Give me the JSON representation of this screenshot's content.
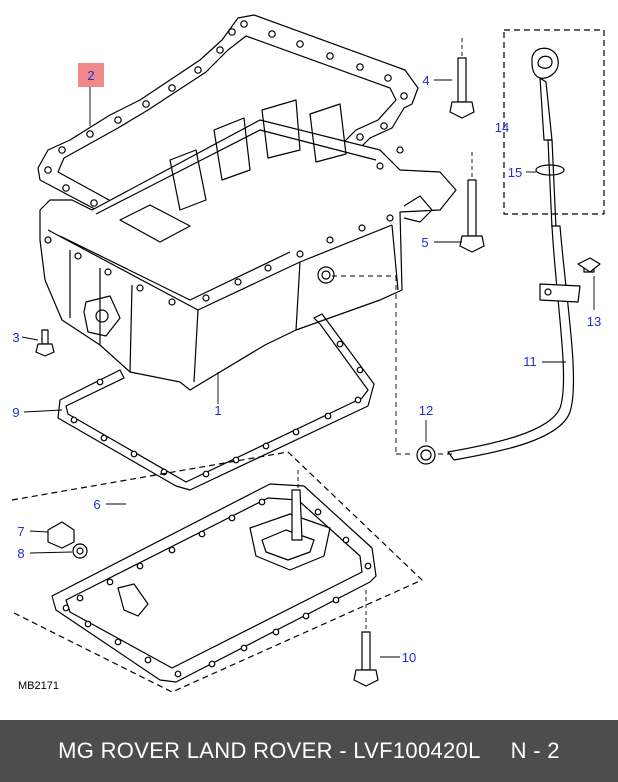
{
  "diagram": {
    "code": "MB2171",
    "callouts": {
      "c1": "1",
      "c2": "2",
      "c3": "3",
      "c4": "4",
      "c5": "5",
      "c6": "6",
      "c7": "7",
      "c8": "8",
      "c9": "9",
      "c10": "10",
      "c11": "11",
      "c12": "12",
      "c13": "13",
      "c14": "14",
      "c15": "15"
    },
    "highlight_color": "#f08a8a",
    "callout_color": "#1a2fd0"
  },
  "footer": {
    "brand": "MG ROVER LAND ROVER - LVF100420L",
    "page": "N - 2"
  }
}
